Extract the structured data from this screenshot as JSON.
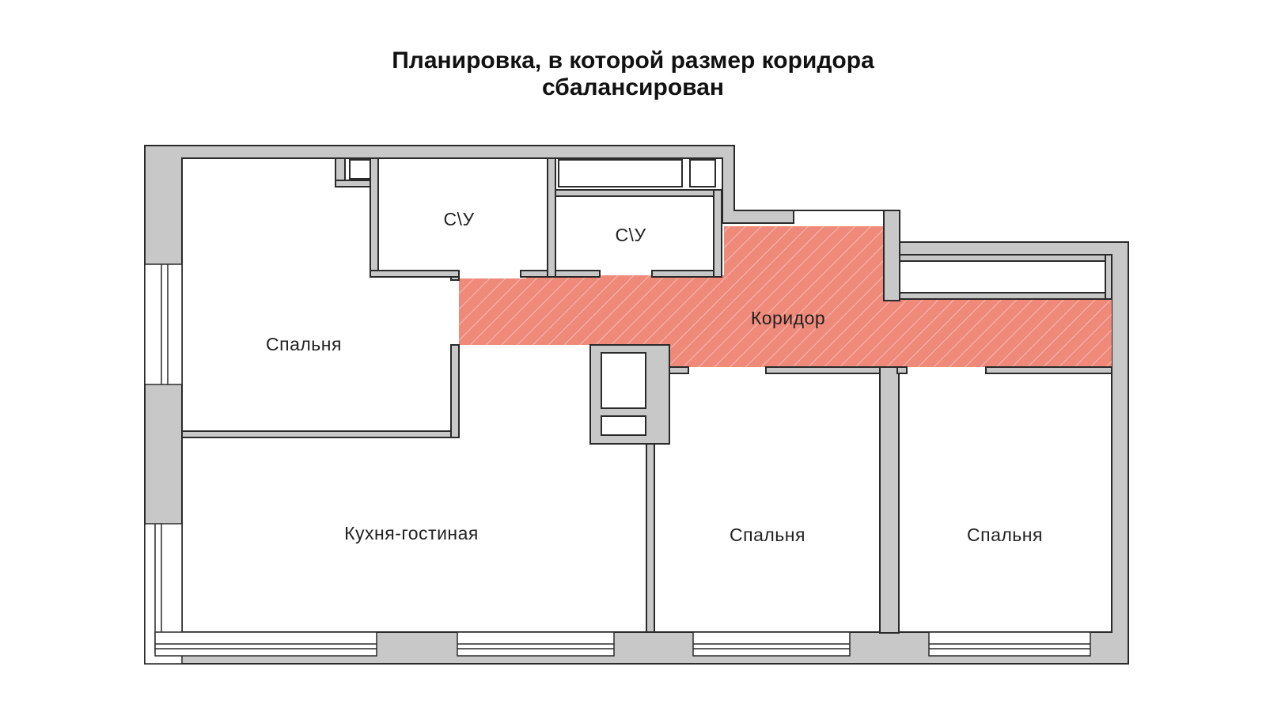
{
  "title": {
    "line1": "Планировка, в которой размер коридора",
    "line2": "сбалансирован"
  },
  "rooms": {
    "bedroom_left": "Спальня",
    "bathroom_1": "С\\У",
    "bathroom_2": "С\\У",
    "corridor": "Коридор",
    "kitchen_living": "Кухня-гостиная",
    "bedroom_middle": "Спальня",
    "bedroom_right": "Спальня"
  },
  "colors": {
    "wall": "#c8c8c8",
    "wall_outline": "#2a2a2a",
    "corridor_fill": "#ef8a7b",
    "corridor_hatch": "#f7b9ae",
    "background": "#ffffff"
  }
}
